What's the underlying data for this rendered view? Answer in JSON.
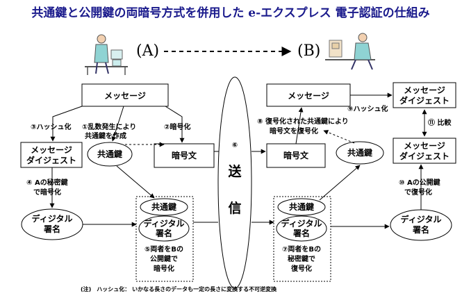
{
  "title": "共通鍵と公開鍵の両暗号方式を併用した e-エクスプレス 電子認証の仕組み",
  "party_a": "(A)",
  "party_b": "(B)",
  "sender": {
    "message": "メッセージ",
    "digest_line1": "メッセージ",
    "digest_line2": "ダイジェスト",
    "common_key": "共通鍵",
    "ciphertext": "暗号文",
    "signature_line1": "ディジタル",
    "signature_line2": "署名",
    "step1_line1": "①乱数発生により",
    "step1_line2": "共通鍵を作成",
    "step2": "②暗号化",
    "step3": "③ハッシュ化",
    "step4_line1": "④ Aの秘密鍵",
    "step4_line2": "で暗号化",
    "pkg_key": "共通鍵",
    "pkg_sig_line1": "ディジタル",
    "pkg_sig_line2": "署名",
    "step5_line1": "⑤両者をBの",
    "step5_line2": "公開鍵で",
    "step5_line3": "暗号化"
  },
  "transmit": {
    "step6": "⑥",
    "char1": "送",
    "char2": "信"
  },
  "receiver": {
    "pkg_key": "共通鍵",
    "pkg_sig_line1": "ディジタル",
    "pkg_sig_line2": "署名",
    "step7_line1": "⑦両者をBの",
    "step7_line2": "秘密鍵で",
    "step7_line3": "復号化",
    "ciphertext": "暗号文",
    "common_key": "共通鍵",
    "message": "メッセージ",
    "step8_line1": "⑧ 復号化された共通鍵により",
    "step8_line2": "暗号文を復号化",
    "step9": "⑨ハッシュ化",
    "digest_top_line1": "メッセージ",
    "digest_top_line2": "ダイジェスト",
    "step11": "⑪ 比較",
    "digest_bottom_line1": "メッセージ",
    "digest_bottom_line2": "ダイジェスト",
    "step10_line1": "⑩ Aの公開鍵",
    "step10_line2": "で復号化",
    "signature_line1": "ディジタル",
    "signature_line2": "署名"
  },
  "footnote": "(注)　ハッシュ化： いかなる長さのデータも一定の長さに変換する不可逆変換"
}
